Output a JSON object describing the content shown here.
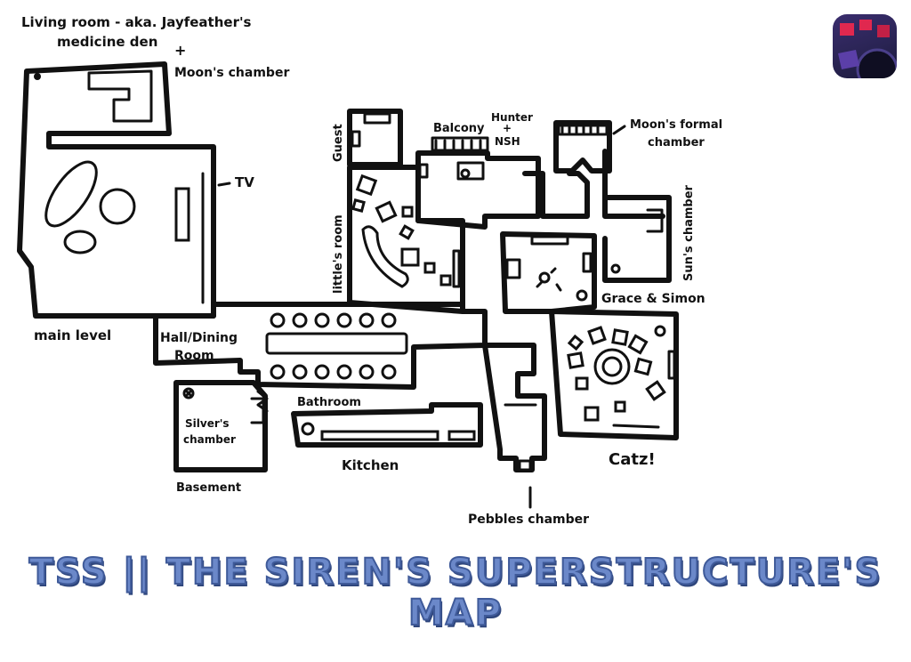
{
  "title": "TSS || THE SIREN'S SUPERSTRUCTURE'S MAP",
  "labels": {
    "living_room_1": "Living room - aka. Jayfeather's",
    "living_room_2": "medicine den",
    "plus_1": "+",
    "moons_chamber": "Moon's chamber",
    "tv": "TV",
    "main_level": "main level",
    "hall_dining_1": "Hall/Dining",
    "hall_dining_2": "Room",
    "guest": "Guest",
    "littles_room": "little's room",
    "balcony": "Balcony",
    "hunter_1": "Hunter",
    "hunter_plus": "+",
    "hunter_2": "NSH",
    "moons_formal_1": "Moon's formal",
    "moons_formal_2": "chamber",
    "suns_chamber": "Sun's chamber",
    "grace_simon": "Grace & Simon",
    "bathroom": "Bathroom",
    "silvers_1": "Silver's",
    "silvers_2": "chamber",
    "basement": "Basement",
    "kitchen": "Kitchen",
    "catz": "Catz!",
    "pebbles": "Pebbles chamber"
  },
  "colors": {
    "title_fill": "#6b88c9",
    "title_outline": "#3f5a99",
    "ink": "#111111",
    "icon_bg": "#2a2454",
    "icon_accent": "#e0284f"
  },
  "icons": {
    "app_icon": "app-icon"
  }
}
